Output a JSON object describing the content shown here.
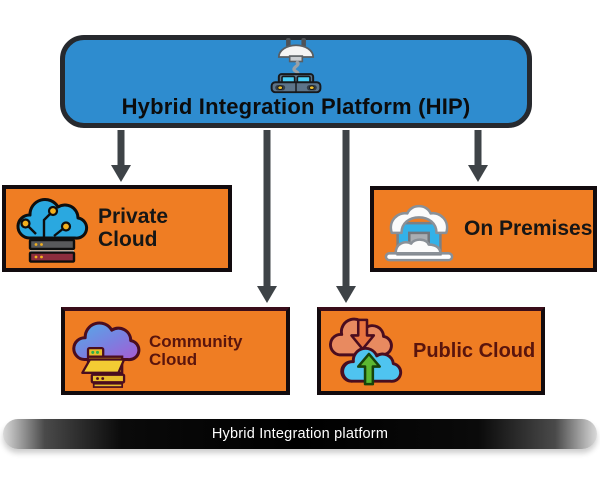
{
  "diagram": {
    "title_box": {
      "label": "Hybrid Integration Platform (HIP)",
      "icon": "hybrid-car-plug-icon",
      "fill": "#2E8CCF",
      "border_color": "#26292E"
    },
    "nodes": [
      {
        "id": "private-cloud",
        "label": "Private Cloud",
        "icon": "cloud-circuit-server-icon",
        "fill": "#EF7D23",
        "label_color": "#161616"
      },
      {
        "id": "on-premises",
        "label": "On Premises",
        "icon": "snow-covered-house-icon",
        "fill": "#EF7D23",
        "label_color": "#161616"
      },
      {
        "id": "community-cloud",
        "label": "Community Cloud",
        "icon": "cloud-folder-server-icon",
        "fill": "#EF7D23",
        "label_color": "#5A150D"
      },
      {
        "id": "public-cloud",
        "label": "Public Cloud",
        "icon": "cloud-up-down-arrows-icon",
        "fill": "#EF7D23",
        "label_color": "#5A150D"
      }
    ],
    "connectors": [
      {
        "from": "hip",
        "to": "private-cloud"
      },
      {
        "from": "hip",
        "to": "community-cloud"
      },
      {
        "from": "hip",
        "to": "public-cloud"
      },
      {
        "from": "hip",
        "to": "on-premises"
      }
    ],
    "footer_bar": {
      "label": "Hybrid Integration platform",
      "text_color": "#FFFFFF"
    },
    "colors": {
      "arrow": "#3E4347",
      "node_orange": "#EF7D23",
      "hip_blue": "#2E8CCF",
      "background": "#FFFFFF"
    }
  }
}
